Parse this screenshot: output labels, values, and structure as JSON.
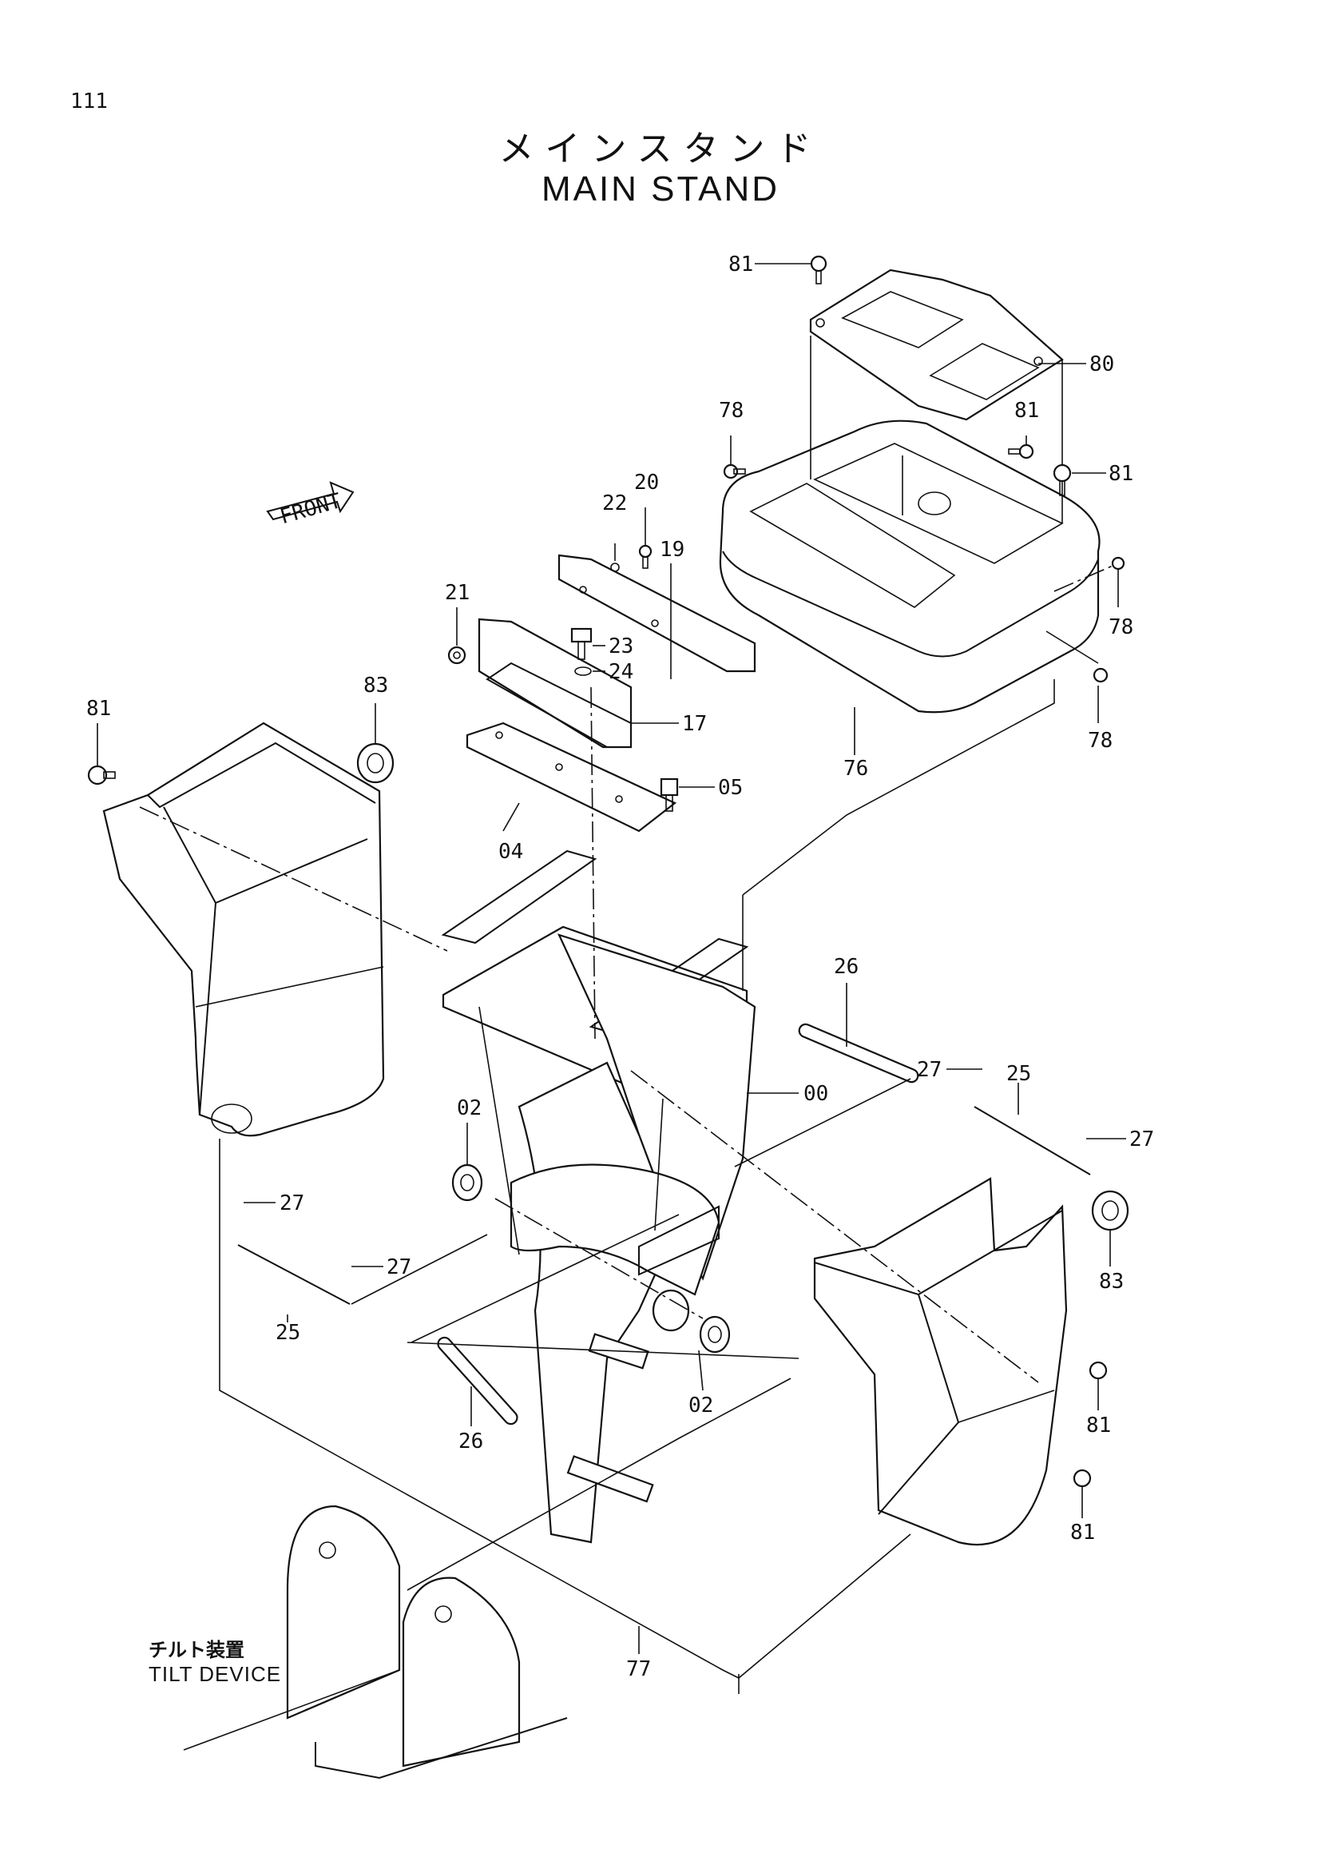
{
  "page": {
    "number": "111",
    "title_jp": "メインスタンド",
    "title_en": "MAIN STAND"
  },
  "front_arrow": {
    "label": "FRONT"
  },
  "tilt_device": {
    "label_jp": "チルト装置",
    "label_en": "TILT DEVICE"
  },
  "parts": {
    "p00": "00",
    "p02a": "02",
    "p02b": "02",
    "p04": "04",
    "p05": "05",
    "p17": "17",
    "p19": "19",
    "p20": "20",
    "p21": "21",
    "p22": "22",
    "p23": "23",
    "p24": "24",
    "p25a": "25",
    "p25b": "25",
    "p26a": "26",
    "p26b": "26",
    "p27a": "27",
    "p27b": "27",
    "p27c": "27",
    "p27d": "27",
    "p76": "76",
    "p77": "77",
    "p78a": "78",
    "p78b": "78",
    "p78c": "78",
    "p80": "80",
    "p81a": "81",
    "p81b": "81",
    "p81c": "81",
    "p81d": "81",
    "p81e": "81",
    "p81f": "81",
    "p83a": "83",
    "p83b": "83"
  }
}
